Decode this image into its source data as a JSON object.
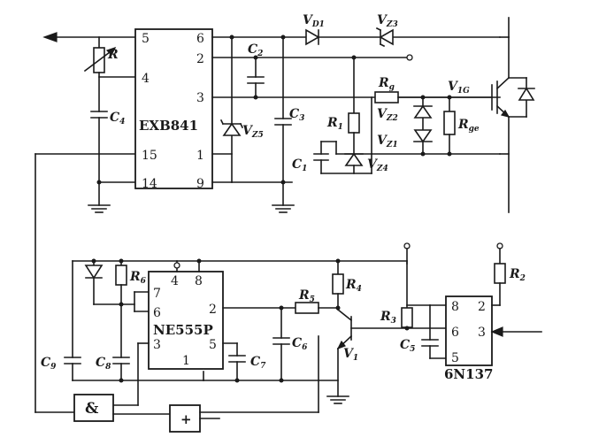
{
  "ic": {
    "exb841": {
      "name": "EXB841",
      "pins": {
        "p5": "5",
        "p6": "6",
        "p4": "4",
        "p2": "2",
        "p3": "3",
        "p15": "15",
        "p1": "1",
        "p14": "14",
        "p9": "9"
      }
    },
    "ne555": {
      "name": "NE555P",
      "pins": {
        "p4": "4",
        "p8": "8",
        "p7": "7",
        "p6": "6",
        "p2": "2",
        "p3": "3",
        "p5": "5",
        "p1": "1"
      }
    },
    "opto": {
      "name": "6N137",
      "pins": {
        "p8": "8",
        "p2": "2",
        "p6": "6",
        "p3": "3",
        "p5": "5"
      }
    },
    "and_gate": "&",
    "amp": "+"
  },
  "labels": {
    "R": {
      "main": "R",
      "sub": ""
    },
    "C4": {
      "main": "C",
      "sub": "4"
    },
    "C2": {
      "main": "C",
      "sub": "2"
    },
    "C3": {
      "main": "C",
      "sub": "3"
    },
    "VZ5": {
      "main": "V",
      "sub": "Z5"
    },
    "VD1": {
      "main": "V",
      "sub": "D1"
    },
    "VZ3": {
      "main": "V",
      "sub": "Z3"
    },
    "R1": {
      "main": "R",
      "sub": "1"
    },
    "C1": {
      "main": "C",
      "sub": "1"
    },
    "VZ4": {
      "main": "V",
      "sub": "Z4"
    },
    "Rg": {
      "main": "R",
      "sub": "g"
    },
    "VZ2": {
      "main": "V",
      "sub": "Z2"
    },
    "VZ1": {
      "main": "V",
      "sub": "Z1"
    },
    "Rge": {
      "main": "R",
      "sub": "ge"
    },
    "V1G": {
      "main": "V",
      "sub": "1G"
    },
    "R6": {
      "main": "R",
      "sub": "6"
    },
    "R5": {
      "main": "R",
      "sub": "5"
    },
    "R4": {
      "main": "R",
      "sub": "4"
    },
    "R3": {
      "main": "R",
      "sub": "3"
    },
    "R2": {
      "main": "R",
      "sub": "2"
    },
    "C9": {
      "main": "C",
      "sub": "9"
    },
    "C8": {
      "main": "C",
      "sub": "8"
    },
    "C7": {
      "main": "C",
      "sub": "7"
    },
    "C6": {
      "main": "C",
      "sub": "6"
    },
    "C5": {
      "main": "C",
      "sub": "5"
    },
    "V1": {
      "main": "V",
      "sub": "1"
    }
  }
}
